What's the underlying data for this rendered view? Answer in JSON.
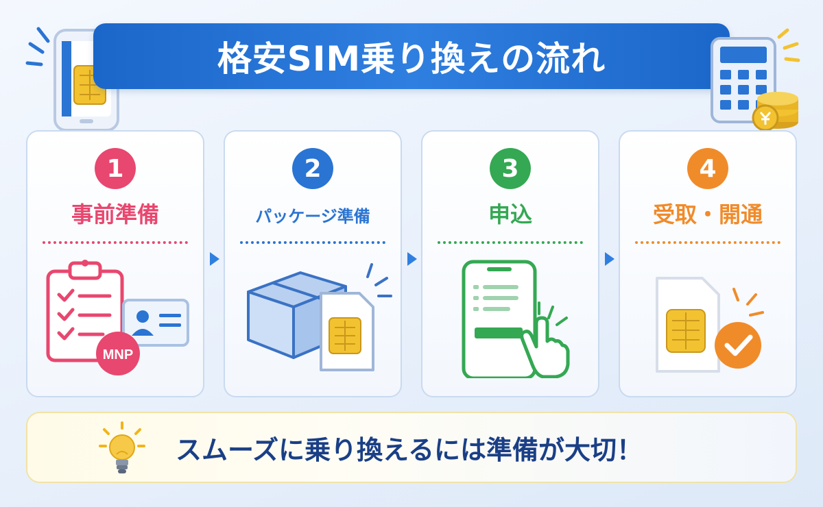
{
  "header": {
    "title": "格安SIM乗り換えの流れ"
  },
  "colors": {
    "banner": "#1b66c9",
    "step1": "#e8476f",
    "step2": "#2a74d3",
    "step3": "#34a853",
    "step4": "#f08b2a",
    "tip_text": "#1a3f86"
  },
  "steps": [
    {
      "number": "1",
      "label": "事前準備",
      "badge": "MNP",
      "icon": "clipboard-id-card-icon"
    },
    {
      "number": "2",
      "label": "パッケージ準備",
      "icon": "package-sim-card-icon"
    },
    {
      "number": "3",
      "label": "申込",
      "icon": "smartphone-tap-icon"
    },
    {
      "number": "4",
      "label": "受取・開通",
      "icon": "sim-card-check-icon"
    }
  ],
  "tip": {
    "text": "スムーズに乗り換えるには準備が大切！",
    "icon": "lightbulb-icon"
  }
}
